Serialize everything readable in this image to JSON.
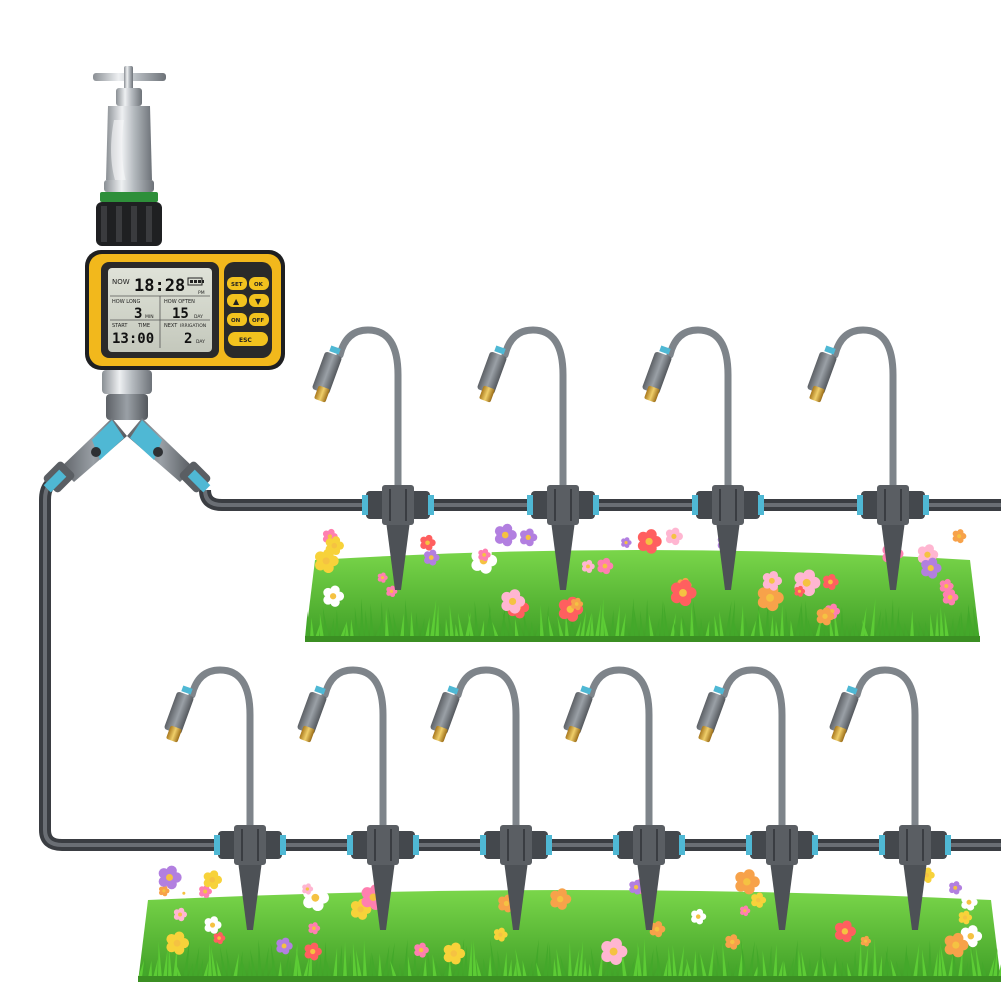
{
  "timer": {
    "lcd": {
      "now_label": "NOW",
      "clock": "18:28",
      "battery": "",
      "pm_label": "PM",
      "how_long_label": "HOW LONG",
      "how_long_value": "3",
      "how_long_unit": "MIN",
      "how_often_label": "HOW OFTEN",
      "how_often_value": "15",
      "how_often_unit": "DAY",
      "start_label": "START",
      "time_label": "TIME",
      "start_time": "13:00",
      "next_label": "NEXT",
      "irrigation_label": "IRRIGATION",
      "next_value": "2",
      "next_unit": "DAY"
    },
    "buttons": {
      "set": "SET",
      "ok": "OK",
      "up": "▲",
      "down": "▼",
      "on": "ON",
      "off": "OFF",
      "esc": "ESC"
    },
    "colors": {
      "body": "#f2b81c",
      "frame": "#2a2a2a",
      "lcd": "#d4d8cc",
      "valve": "#4fb8d4",
      "pipe": "#4a4d52",
      "grass": "#58c23a"
    }
  },
  "scene": {
    "upper_row_sprinklers": 4,
    "lower_row_sprinklers": 6,
    "icons": [
      "faucet-icon",
      "y-splitter-icon",
      "sprinkler-icon",
      "flower-icon",
      "grass-icon"
    ]
  }
}
